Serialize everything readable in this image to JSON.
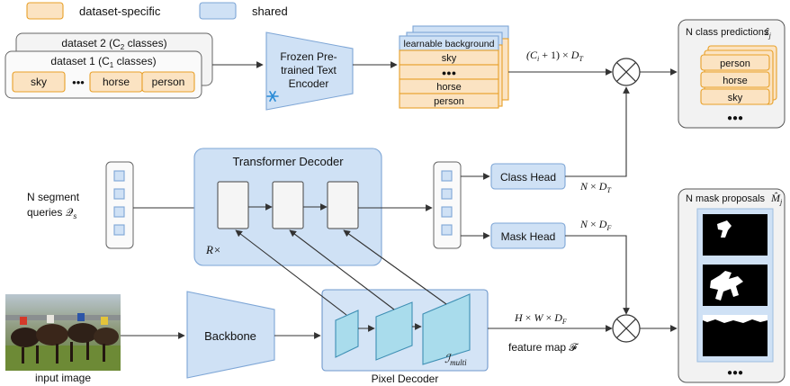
{
  "legend": {
    "dataset_specific": "dataset-specific",
    "shared": "shared",
    "colors": {
      "orange_fill": "#fbe3c2",
      "orange_stroke": "#e8a028",
      "blue_fill": "#cfe1f5",
      "blue_stroke": "#7ea6d6"
    }
  },
  "datasets": {
    "dataset2_prefix": "dataset 2 (C",
    "dataset2_sub": "2",
    "dataset2_suffix": " classes)",
    "dataset1_prefix": "dataset 1 (C",
    "dataset1_sub": "1",
    "dataset1_suffix": " classes)",
    "classes": [
      "sky",
      "horse",
      "person"
    ],
    "ellipsis": "•••"
  },
  "text_encoder": {
    "lines": [
      "Frozen Pre-",
      "trained Text",
      "Encoder"
    ],
    "icon": "snowflake-icon"
  },
  "embeddings": {
    "rows": [
      "learnable background",
      "sky",
      "●●●",
      "horse",
      "person"
    ],
    "dim_label": "(C_i + 1) × D_T"
  },
  "class_predictions": {
    "title": "N class predictions",
    "symbol": "ẑ_j",
    "items": [
      "person",
      "horse",
      "sky"
    ],
    "ellipsis": "●●●"
  },
  "queries": {
    "lines": [
      "N segment",
      "queries 𝒬"
    ],
    "sub": "s"
  },
  "transformer_decoder": {
    "title": "Transformer Decoder",
    "repeat": "R×"
  },
  "heads": {
    "class_head": "Class Head",
    "class_dim": "N × D_T",
    "mask_head": "Mask Head",
    "mask_dim": "N × D_F"
  },
  "mask_proposals": {
    "title": "N mask proposals",
    "symbol": "M̂_j",
    "ellipsis": "●●●"
  },
  "bottom": {
    "input_image": "input image",
    "backbone": "Backbone",
    "pixel_decoder": "Pixel Decoder",
    "multi_label": "ℐ",
    "multi_sub": "multi",
    "hwd": "H × W × D_F",
    "feature_map": "feature map 𝓕"
  }
}
